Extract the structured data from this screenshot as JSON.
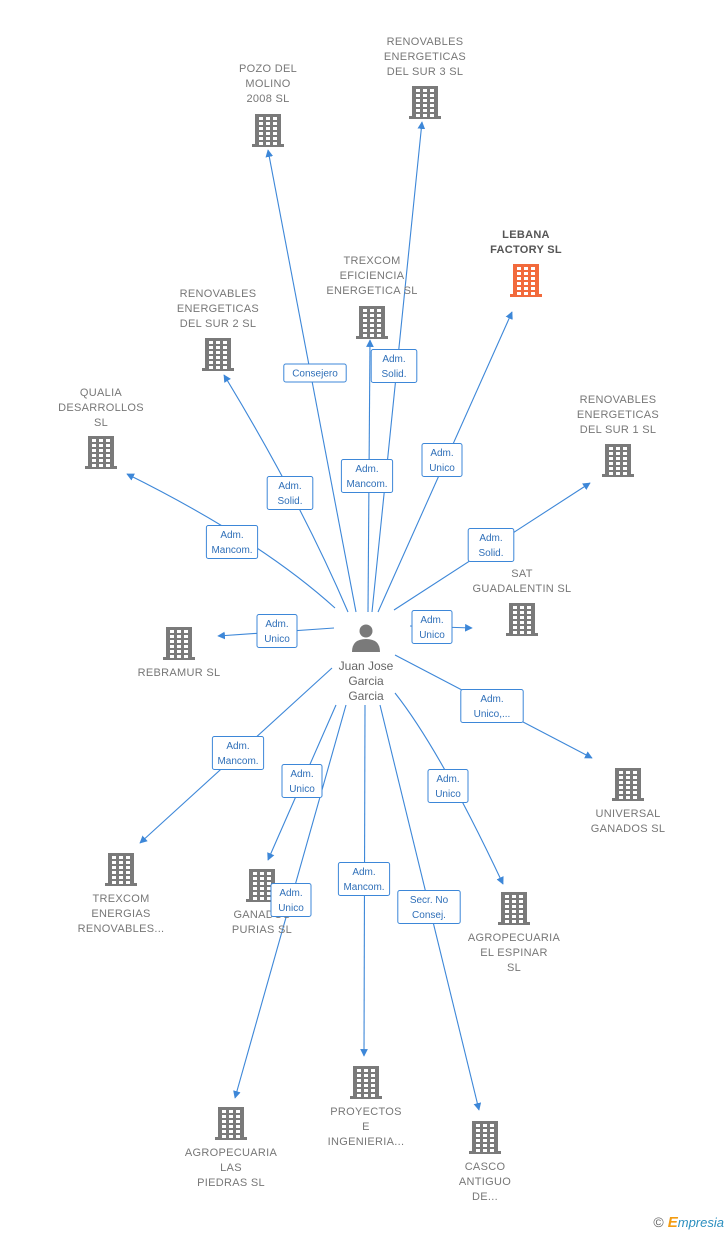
{
  "colors": {
    "edge": "#3d87d8",
    "building": "#7a7a7a",
    "building_highlight": "#f26a3c",
    "person": "#7a7a7a"
  },
  "person": {
    "icon": "person-icon",
    "lines": [
      "Juan Jose",
      "Garcia",
      "Garcia"
    ]
  },
  "nodes": [
    {
      "id": "pozo",
      "lines": [
        "POZO DEL",
        "MOLINO",
        "2008 SL"
      ]
    },
    {
      "id": "ren3",
      "lines": [
        "RENOVABLES",
        "ENERGETICAS",
        "DEL SUR 3  SL"
      ]
    },
    {
      "id": "lebana",
      "lines": [
        "LEBANA",
        "FACTORY  SL"
      ],
      "highlight": true
    },
    {
      "id": "trexef",
      "lines": [
        "TREXCOM",
        "EFICIENCIA",
        "ENERGETICA SL"
      ]
    },
    {
      "id": "ren2",
      "lines": [
        "RENOVABLES",
        "ENERGETICAS",
        "DEL SUR 2  SL"
      ]
    },
    {
      "id": "qualia",
      "lines": [
        "QUALIA",
        "DESARROLLOS",
        "SL"
      ]
    },
    {
      "id": "ren1",
      "lines": [
        "RENOVABLES",
        "ENERGETICAS",
        "DEL SUR 1  SL"
      ]
    },
    {
      "id": "sat",
      "lines": [
        "SAT",
        "GUADALENTIN SL"
      ]
    },
    {
      "id": "rebramur",
      "lines": [
        "REBRAMUR  SL"
      ]
    },
    {
      "id": "universal",
      "lines": [
        "UNIVERSAL",
        "GANADOS SL"
      ]
    },
    {
      "id": "trexenr",
      "lines": [
        "TREXCOM",
        "ENERGIAS",
        "RENOVABLES..."
      ]
    },
    {
      "id": "ganados",
      "lines": [
        "GANADOS",
        "PURIAS SL"
      ]
    },
    {
      "id": "espinar",
      "lines": [
        "AGROPECUARIA",
        "EL ESPINAR",
        "SL"
      ]
    },
    {
      "id": "proyectos",
      "lines": [
        "PROYECTOS",
        "E",
        "INGENIERIA..."
      ]
    },
    {
      "id": "piedras",
      "lines": [
        "AGROPECUARIA",
        "LAS",
        "PIEDRAS  SL"
      ]
    },
    {
      "id": "casco",
      "lines": [
        "CASCO",
        "ANTIGUO",
        "DE..."
      ]
    }
  ],
  "edges": [
    {
      "to": "pozo",
      "label": [
        "Consejero"
      ]
    },
    {
      "to": "ren3",
      "label": [
        "Adm.",
        "Solid."
      ]
    },
    {
      "to": "lebana",
      "label": [
        "Adm.",
        "Unico"
      ]
    },
    {
      "to": "trexef",
      "label": [
        "Adm.",
        "Mancom."
      ]
    },
    {
      "to": "ren2",
      "label": [
        "Adm.",
        "Solid."
      ]
    },
    {
      "to": "qualia",
      "label": [
        "Adm.",
        "Mancom."
      ]
    },
    {
      "to": "ren1",
      "label": [
        "Adm.",
        "Solid."
      ]
    },
    {
      "to": "sat",
      "label": [
        "Adm.",
        "Unico"
      ]
    },
    {
      "to": "rebramur",
      "label": [
        "Adm.",
        "Unico"
      ]
    },
    {
      "to": "universal",
      "label": [
        "Adm.",
        "Unico,..."
      ]
    },
    {
      "to": "trexenr",
      "label": [
        "Adm.",
        "Mancom."
      ]
    },
    {
      "to": "ganados",
      "label": [
        "Adm.",
        "Unico"
      ]
    },
    {
      "to": "espinar",
      "label": [
        "Adm.",
        "Unico"
      ]
    },
    {
      "to": "proyectos",
      "label": [
        "Adm.",
        "Mancom."
      ]
    },
    {
      "to": "piedras",
      "label": [
        "Adm.",
        "Unico"
      ]
    },
    {
      "to": "casco",
      "label": [
        "Secr.  No",
        "Consej."
      ]
    }
  ],
  "footer": {
    "copyright": "©",
    "brand_initial": "E",
    "brand_rest": "mpresia"
  }
}
